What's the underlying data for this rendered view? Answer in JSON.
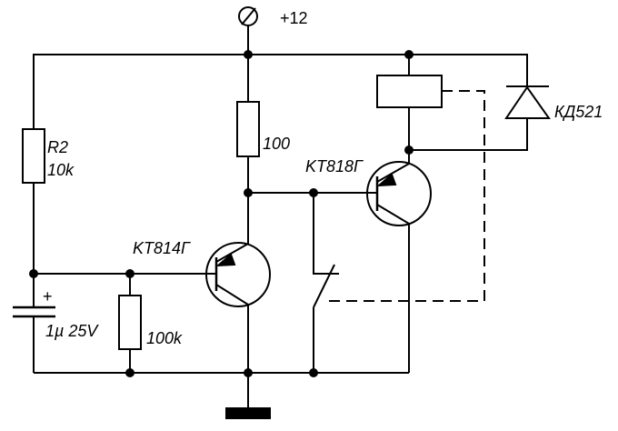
{
  "supply": {
    "label": "+12"
  },
  "components": {
    "r2": {
      "designator": "R2",
      "value": "10k"
    },
    "r_collector": {
      "value": "100"
    },
    "r_base": {
      "value": "100k"
    },
    "capacitor": {
      "polarity": "+",
      "value": "1µ 25V"
    },
    "q1": {
      "part": "KT814Г"
    },
    "q2": {
      "part": "KT818Г"
    },
    "diode": {
      "part": "КД521"
    }
  },
  "colors": {
    "ink": "#000000",
    "background": "#ffffff"
  }
}
